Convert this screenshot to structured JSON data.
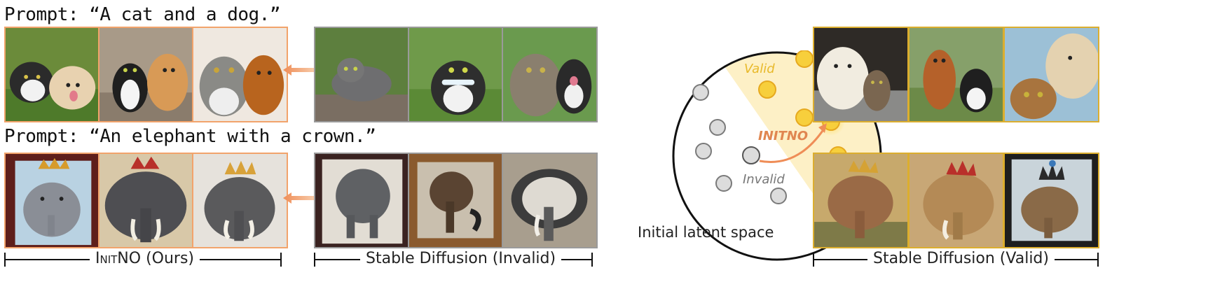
{
  "prompts": {
    "row1": "Prompt: “A cat and a dog.”",
    "row2": "Prompt: “An elephant with a crown.”"
  },
  "captions": {
    "initno_prefix": "Init",
    "initno_suffix": "NO (Ours)",
    "sd_invalid": "Stable Diffusion (Invalid)",
    "sd_valid": "Stable Diffusion (Valid)",
    "latent_space": "Initial latent space"
  },
  "diagram": {
    "valid_label": "Valid",
    "invalid_label": "Invalid",
    "method_label": "INITNO"
  },
  "colors": {
    "initno_border": "#f2a36b",
    "invalid_border": "#9a9a9a",
    "valid_border": "#dcae2e",
    "valid_region": "#fdf0c6",
    "valid_dot": "#f7cf3c",
    "invalid_dot": "#dcdcdc",
    "arrow": "#ef8d57"
  }
}
